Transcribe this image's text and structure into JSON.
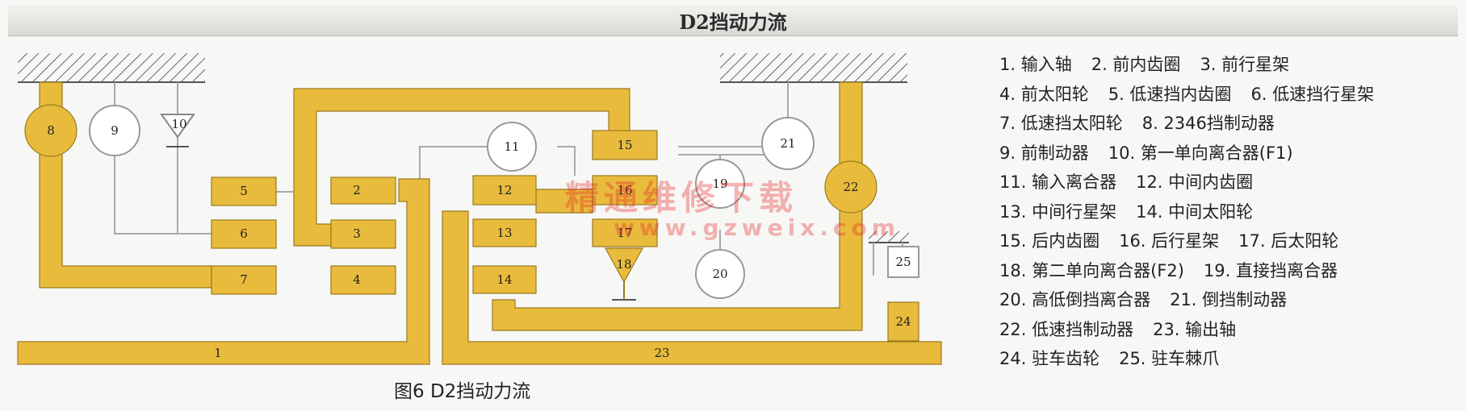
{
  "title": "D2挡动力流",
  "caption": "图6 D2挡动力流",
  "watermark": {
    "text": "精通维修下载",
    "url": "www.gzweix.com"
  },
  "labels": {
    "n1": "1",
    "n2": "2",
    "n3": "3",
    "n4": "4",
    "n5": "5",
    "n6": "6",
    "n7": "7",
    "n8": "8",
    "n9": "9",
    "n10": "10",
    "n11": "11",
    "n12": "12",
    "n13": "13",
    "n14": "14",
    "n15": "15",
    "n16": "16",
    "n17": "17",
    "n18": "18",
    "n19": "19",
    "n20": "20",
    "n21": "21",
    "n22": "22",
    "n23": "23",
    "n24": "24",
    "n25": "25"
  },
  "legend": [
    [
      "1. 输入轴",
      "2. 前内齿圈",
      "3. 前行星架"
    ],
    [
      "4. 前太阳轮",
      "5. 低速挡内齿圈",
      "6. 低速挡行星架"
    ],
    [
      "7. 低速挡太阳轮",
      "8. 2346挡制动器"
    ],
    [
      "9. 前制动器",
      "10. 第一单向离合器(F1)"
    ],
    [
      "11. 输入离合器",
      "12. 中间内齿圈"
    ],
    [
      "13. 中间行星架",
      "14. 中间太阳轮"
    ],
    [
      "15. 后内齿圈",
      "16. 后行星架",
      "17. 后太阳轮"
    ],
    [
      "18. 第二单向离合器(F2)",
      "19. 直接挡离合器"
    ],
    [
      "20. 高低倒挡离合器",
      "21. 倒挡制动器"
    ],
    [
      "22. 低速挡制动器",
      "23. 输出轴"
    ],
    [
      "24. 驻车齿轮",
      "25. 驻车棘爪"
    ]
  ],
  "colors": {
    "power_flow": "#e9bb3c",
    "outline": "#9a7a1e",
    "connector": "#a9a9a9"
  }
}
